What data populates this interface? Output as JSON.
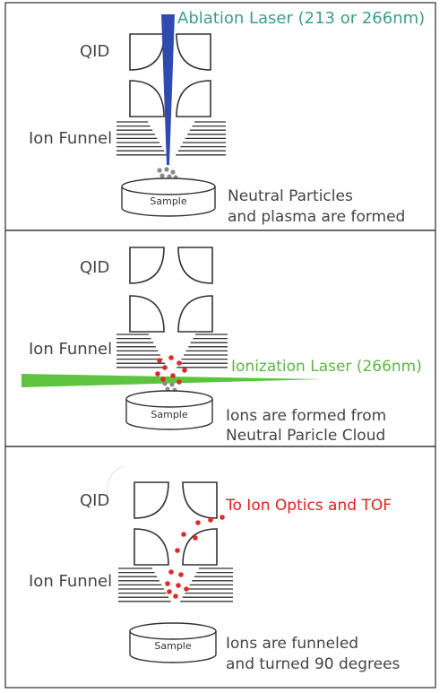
{
  "colors": {
    "frame": "#555555",
    "text": "#444444",
    "ablation_text": "#3a9e8c",
    "ablation_beam": "#2f4bb0",
    "ionization_text": "#5db544",
    "ionization_beam": "#5cc43f",
    "ion_text": "#e02020",
    "ion": "#e02a2a",
    "particle": "#8a8a8a"
  },
  "panels": [
    {
      "qid_label": "QID",
      "funnel_label": "Ion Funnel",
      "sample_label": "Sample",
      "laser_label": "Ablation Laser (213 or 266nm)",
      "caption_line1": "Neutral Particles",
      "caption_line2": "and plasma are formed"
    },
    {
      "qid_label": "QID",
      "funnel_label": "Ion Funnel",
      "sample_label": "Sample",
      "laser_label": "Ionization Laser (266nm)",
      "caption_line1": "Ions are formed from",
      "caption_line2": "Neutral Paricle Cloud"
    },
    {
      "qid_label": "QID",
      "funnel_label": "Ion Funnel",
      "sample_label": "Sample",
      "arrow_label": "To Ion Optics and TOF",
      "caption_line1": "Ions are funneled",
      "caption_line2": "and turned 90 degrees"
    }
  ]
}
